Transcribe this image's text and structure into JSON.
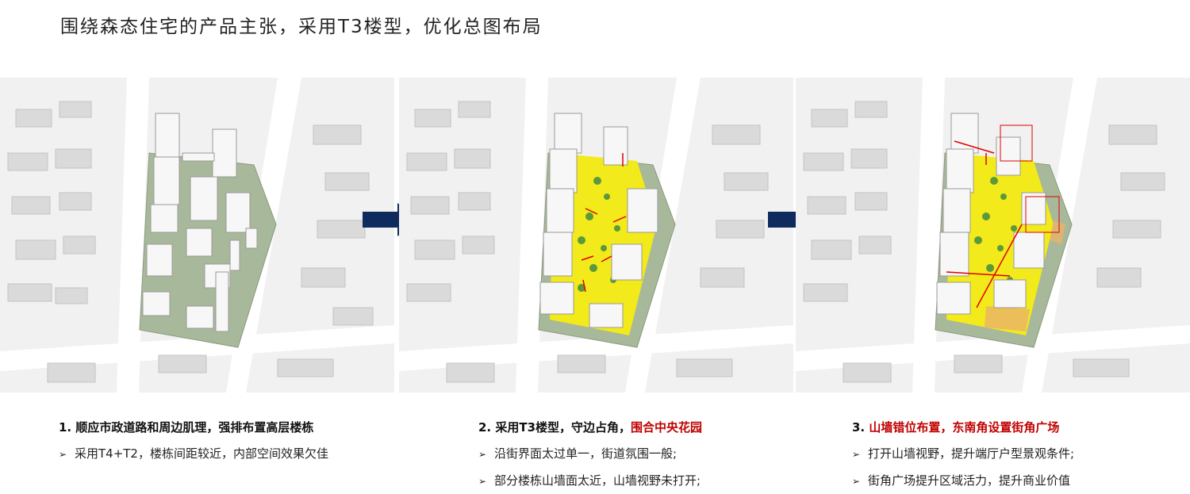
{
  "title": "围绕森态住宅的产品主张，采用T3楼型，优化总图布局",
  "colors": {
    "arrow": "#0f2a5c",
    "highlight_red": "#c00000",
    "site_green": "#a8b89a",
    "garden_yellow": "#f2ea1a",
    "plaza_orange": "#e8b36a"
  },
  "panels": [
    {
      "number": "1.",
      "heading": "顺应市政道路和周边肌理，强排布置高层楼栋",
      "heading_red": "",
      "bullets": [
        "采用T4+T2，楼栋间距较近，内部空间效果欠佳"
      ]
    },
    {
      "number": "2.",
      "heading": "采用T3楼型，守边占角，",
      "heading_red": "围合中央花园",
      "bullets": [
        "沿街界面太过单一，街道氛围一般;",
        "部分楼栋山墙面太近，山墙视野未打开;"
      ]
    },
    {
      "number": "3.",
      "heading": "",
      "heading_red": "山墙错位布置，东南角设置街角广场",
      "bullets": [
        "打开山墙视野，提升端厅户型景观条件;",
        "街角广场提升区域活力，提升商业价值"
      ]
    }
  ],
  "bullet_icon": "arrowhead-bullet-icon",
  "step_arrow_icon": "right-arrow-icon"
}
